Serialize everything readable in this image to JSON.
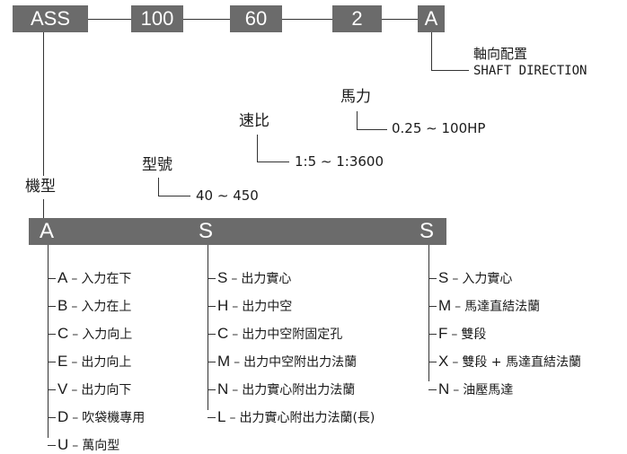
{
  "code_boxes": [
    "ASS",
    "100",
    "60",
    "2",
    "A"
  ],
  "segments": {
    "shaft_direction_zh": "軸向配置",
    "shaft_direction_en": "SHAFT DIRECTION",
    "horsepower_label": "馬力",
    "horsepower_range": "0.25 ∼ 100HP",
    "ratio_label": "速比",
    "ratio_range": "1:5 ∼ 1:3600",
    "size_label": "型號",
    "size_range": "40 ∼ 450",
    "model_label": "機型"
  },
  "model_bar": {
    "letters": [
      "A",
      "S",
      "S"
    ]
  },
  "options": {
    "col1": [
      {
        "code": "A",
        "desc": "入力在下"
      },
      {
        "code": "B",
        "desc": "入力在上"
      },
      {
        "code": "C",
        "desc": "入力向上"
      },
      {
        "code": "E",
        "desc": "出力向上"
      },
      {
        "code": "V",
        "desc": "出力向下"
      },
      {
        "code": "D",
        "desc": "吹袋機專用"
      },
      {
        "code": "U",
        "desc": "萬向型"
      }
    ],
    "col2": [
      {
        "code": "S",
        "desc": "出力實心"
      },
      {
        "code": "H",
        "desc": "出力中空"
      },
      {
        "code": "C",
        "desc": "出力中空附固定孔"
      },
      {
        "code": "M",
        "desc": "出力中空附出力法蘭"
      },
      {
        "code": "N",
        "desc": "出力實心附出力法蘭"
      },
      {
        "code": "L",
        "desc": "出力實心附出力法蘭(長)"
      }
    ],
    "col3": [
      {
        "code": "S",
        "desc": "入力實心"
      },
      {
        "code": "M",
        "desc": "馬達直結法蘭"
      },
      {
        "code": "F",
        "desc": "雙段"
      },
      {
        "code": "X",
        "desc": "雙段 + 馬達直結法蘭"
      },
      {
        "code": "N",
        "desc": "油壓馬達"
      }
    ]
  }
}
